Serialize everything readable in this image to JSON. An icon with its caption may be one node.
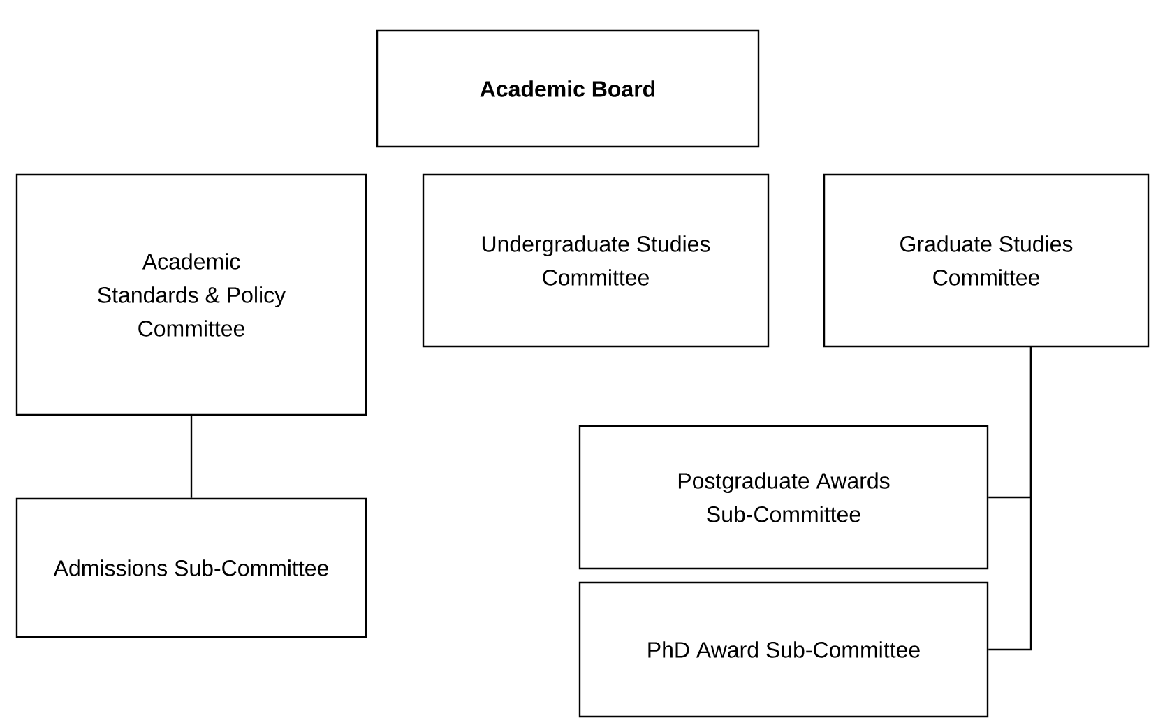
{
  "diagram": {
    "nodes": [
      {
        "text": [
          "Academic Board"
        ]
      },
      {
        "text": [
          "Academic Standards & Policy Committee"
        ]
      },
      {
        "text": [
          "Undergraduate Studies Committee"
        ]
      },
      {
        "text": [
          "Graduate Studies Committee"
        ]
      },
      {
        "text": [
          "Postgraduate Awards Sub-Committee"
        ]
      },
      {
        "text": [
          "Admissions Sub-Committee"
        ]
      },
      {
        "text": [
          "PhD Award Sub-Committee"
        ]
      }
    ],
    "edges": [
      {
        "from": 1,
        "to": 5,
        "arrow": "none"
      },
      {
        "from": 3,
        "to": 4,
        "arrow": "none"
      },
      {
        "from": 3,
        "to": 6,
        "arrow": "none"
      }
    ]
  }
}
